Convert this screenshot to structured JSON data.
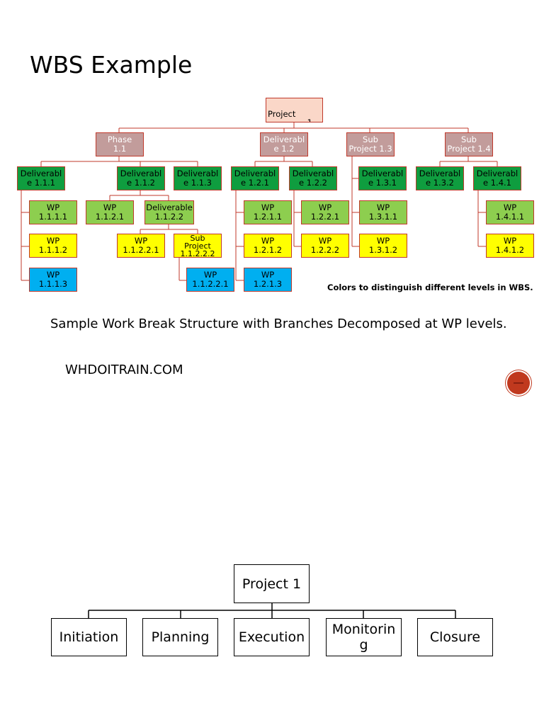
{
  "title": "WBS Example",
  "wbs": {
    "project": {
      "label": "Project",
      "number": "1"
    },
    "phase_1_1": "Phase\n1.1",
    "deliverable_1_2": "Deliverabl\ne 1.2",
    "subproject_1_3": "Sub\nProject 1.3",
    "subproject_1_4": "Sub\nProject 1.4",
    "deliverable_1_1_1": "Deliverabl\ne 1.1.1",
    "deliverable_1_1_2": "Deliverabl\ne 1.1.2",
    "deliverable_1_1_3": "Deliverabl\ne 1.1.3",
    "deliverable_1_2_1": "Deliverabl\ne 1.2.1",
    "deliverable_1_2_2": "Deliverabl\ne 1.2.2",
    "deliverable_1_3_1": "Deliverabl\ne 1.3.1",
    "deliverable_1_3_2": "Deliverabl\ne 1.3.2",
    "deliverable_1_4_1": "Deliverabl\ne 1.4.1",
    "wp_1_1_1_1": "WP\n1.1.1.1",
    "wp_1_1_1_2": "WP\n1.1.1.2",
    "wp_1_1_1_3": "WP\n1.1.1.3",
    "wp_1_1_2_1": "WP\n1.1.2.1",
    "deliverable_1_1_2_2": "Deliverable\n1.1.2.2",
    "wp_1_1_2_2_1": "WP\n1.1.2.2.1",
    "subproject_1_1_2_2_2": "Sub\nProject\n1.1.2.2.2",
    "wp_1_1_2_2_2_1": "WP\n1.1.2.2.1",
    "wp_1_2_1_1": "WP\n1.2.1.1",
    "wp_1_2_1_2": "WP\n1.2.1.2",
    "wp_1_2_1_3": "WP\n1.2.1.3",
    "wp_1_2_2_1": "WP\n1.2.2.1",
    "wp_1_2_2_2": "WP\n1.2.2.2",
    "wp_1_3_1_1": "WP\n1.3.1.1",
    "wp_1_3_1_2": "WP\n1.3.1.2",
    "wp_1_4_1_1": "WP\n1.4.1.1",
    "wp_1_4_1_2": "WP\n1.4.1.2",
    "legend": "Colors to distinguish different levels in WBS."
  },
  "caption": "Sample Work Break Structure with Branches Decomposed at WP levels.",
  "site": "WHDOITRAIN.COM",
  "colors": {
    "level0": "#fad7c8",
    "level1": "#c29c9b",
    "level2": "#0f9d3f",
    "level3": "#8dce4f",
    "level4": "#ffff00",
    "level5": "#00aff0",
    "connector": "#c0392b",
    "badge": "#c0391e"
  },
  "phases": {
    "root": "Project 1",
    "items": [
      "Initiation",
      "Planning",
      "Execution",
      "Monitorin\ng",
      "Closure"
    ]
  }
}
